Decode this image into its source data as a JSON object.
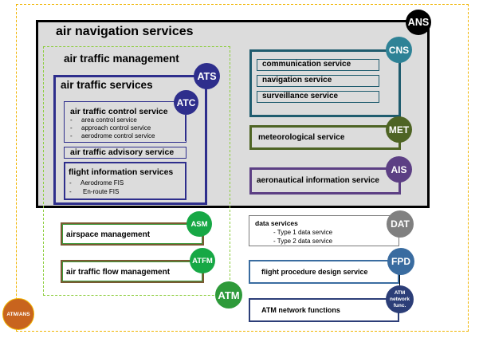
{
  "diagram": {
    "title": "ATM/ANS organisation diagram",
    "outer_scope": {
      "badge": "ATM/ANS",
      "color": "#c8641e"
    },
    "ans": {
      "badge": "ANS",
      "title": "air navigation services",
      "color": "#000000"
    },
    "atm": {
      "badge": "ATM",
      "title": "air traffic management",
      "color": "#2e9a3a"
    },
    "ats": {
      "badge": "ATS",
      "title": "air traffic services",
      "color": "#2e2e8c",
      "atc": {
        "badge": "ATC",
        "title": "air traffic control service",
        "items": [
          {
            "dash": "-",
            "label": "area control service"
          },
          {
            "dash": "-",
            "label": "approach control service"
          },
          {
            "dash": "-",
            "label": "aerodrome control service"
          }
        ]
      },
      "advisory": {
        "title": "air traffic advisory service"
      },
      "fis": {
        "title": "flight information services",
        "items": [
          {
            "dash": "-",
            "label": "Aerodrome FIS"
          },
          {
            "dash": "-",
            "label": "En-route FIS"
          }
        ]
      }
    },
    "cns": {
      "badge": "CNS",
      "color": "#2e8296",
      "items": [
        "communication service",
        "navigation service",
        "surveillance service"
      ]
    },
    "met": {
      "badge": "MET",
      "label": "meteorological service",
      "color": "#4e6424"
    },
    "ais": {
      "badge": "AIS",
      "label": "aeronautical information service",
      "color": "#5c3f84"
    },
    "asm": {
      "badge": "ASM",
      "label": "airspace management",
      "color": "#17a845"
    },
    "atfm": {
      "badge": "ATFM",
      "label": "air traffic flow management",
      "color": "#17a845"
    },
    "dat": {
      "badge": "DAT",
      "title": "data services",
      "items": [
        "- Type 1 data service",
        "- Type 2 data service"
      ],
      "color": "#808080"
    },
    "fpd": {
      "badge": "FPD",
      "label": "flight procedure design service",
      "color": "#3a6ca0"
    },
    "network": {
      "badge": "ATM network func.",
      "label": "ATM network functions",
      "color": "#2c3e78"
    }
  }
}
